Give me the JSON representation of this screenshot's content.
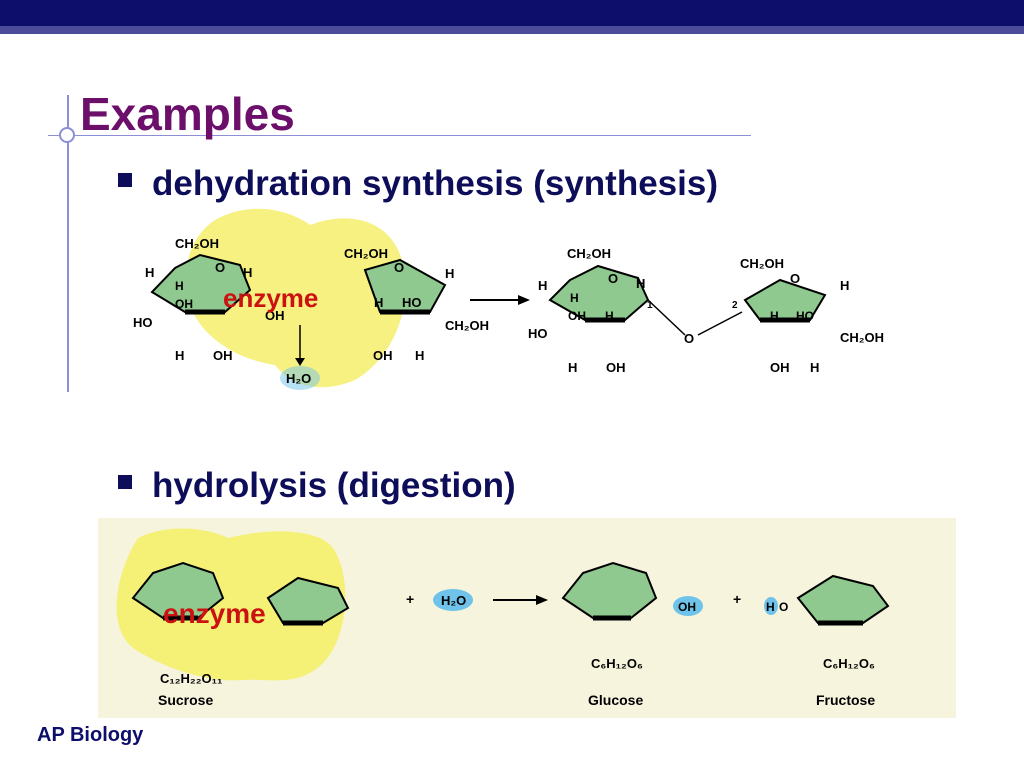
{
  "slide": {
    "title": "Examples",
    "footer": "AP Biology"
  },
  "bullets": [
    {
      "label": "dehydration synthesis (synthesis)"
    },
    {
      "label": "hydrolysis (digestion)"
    }
  ],
  "diagram_top": {
    "enzyme_label": "enzyme",
    "water": "H₂O",
    "left_ring": {
      "ch2oh": "CH₂OH",
      "h_top_left": "H",
      "o": "O",
      "h_top_right": "H",
      "h_inner": "H",
      "oh_left": "OH",
      "ho": "HO",
      "h_bottom": "H",
      "oh_bottom": "OH",
      "oh_right": "OH"
    },
    "right_ring": {
      "ch2oh": "CH₂OH",
      "o": "O",
      "h_right": "H",
      "ho_left": "H",
      "ho_inner": "HO",
      "ch2oh_right": "CH₂OH",
      "oh_bottom": "OH",
      "h_bottom": "H"
    },
    "product": {
      "ch2oh_1": "CH₂OH",
      "o1": "O",
      "h1": "H",
      "h2": "H",
      "h3": "H",
      "oh1": "OH",
      "ho1": "HO",
      "h4": "H",
      "h5": "H",
      "oh2": "OH",
      "num1": "1",
      "num2": "2",
      "bridge_o": "O",
      "ch2oh_2": "CH₂OH",
      "o2": "O",
      "h6": "H",
      "h7": "H",
      "ho2": "HO",
      "ch2oh_3": "CH₂OH",
      "oh3": "OH",
      "h8": "H"
    }
  },
  "diagram_bottom": {
    "enzyme_label": "enzyme",
    "sucrose_formula": "C₁₂H₂₂O₁₁",
    "sucrose_label": "Sucrose",
    "plus1": "+",
    "plus2": "+",
    "water": "H₂O",
    "glucose_formula": "C₆H₁₂O₆",
    "glucose_label": "Glucose",
    "fructose_formula": "C₆H₁₂O₆",
    "fructose_label": "Fructose",
    "glucose_oh": "OH",
    "fructose_h": "H",
    "fructose_o": "O"
  },
  "colors": {
    "ring_green": "#8fc98f",
    "highlight_yellow": "#f5ef6a",
    "enzyme_red": "#cc1111",
    "water_blue": "#6fc3ea",
    "bottom_panel": "#f6f4dd",
    "title_purple": "#6b0f6b",
    "bullet_navy": "#0d0d5a"
  }
}
